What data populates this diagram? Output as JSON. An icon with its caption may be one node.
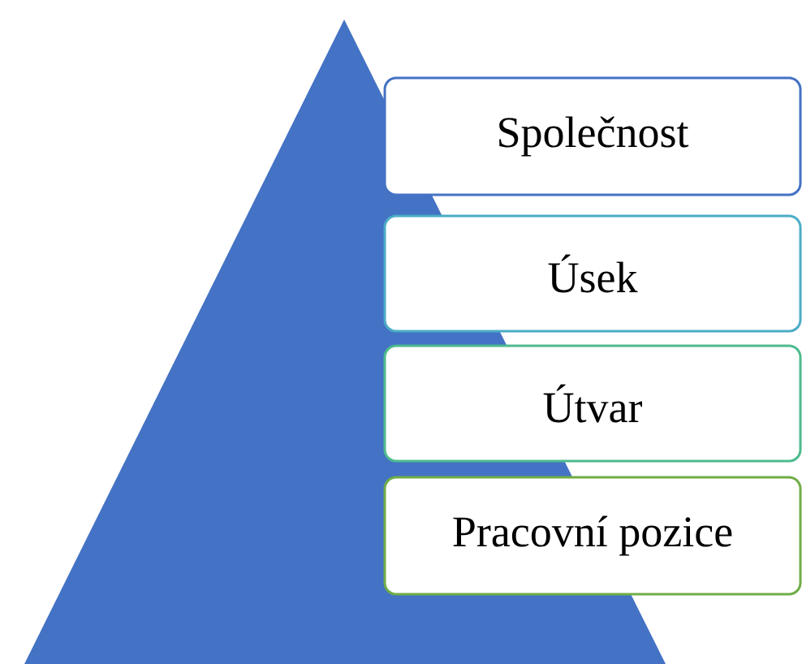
{
  "diagram": {
    "nodes": [
      {
        "text": [
          "Společnost"
        ]
      },
      {
        "text": [
          "Úsek"
        ]
      },
      {
        "text": [
          "Útvar"
        ]
      },
      {
        "text": [
          "Pracovní pozice"
        ]
      }
    ]
  }
}
